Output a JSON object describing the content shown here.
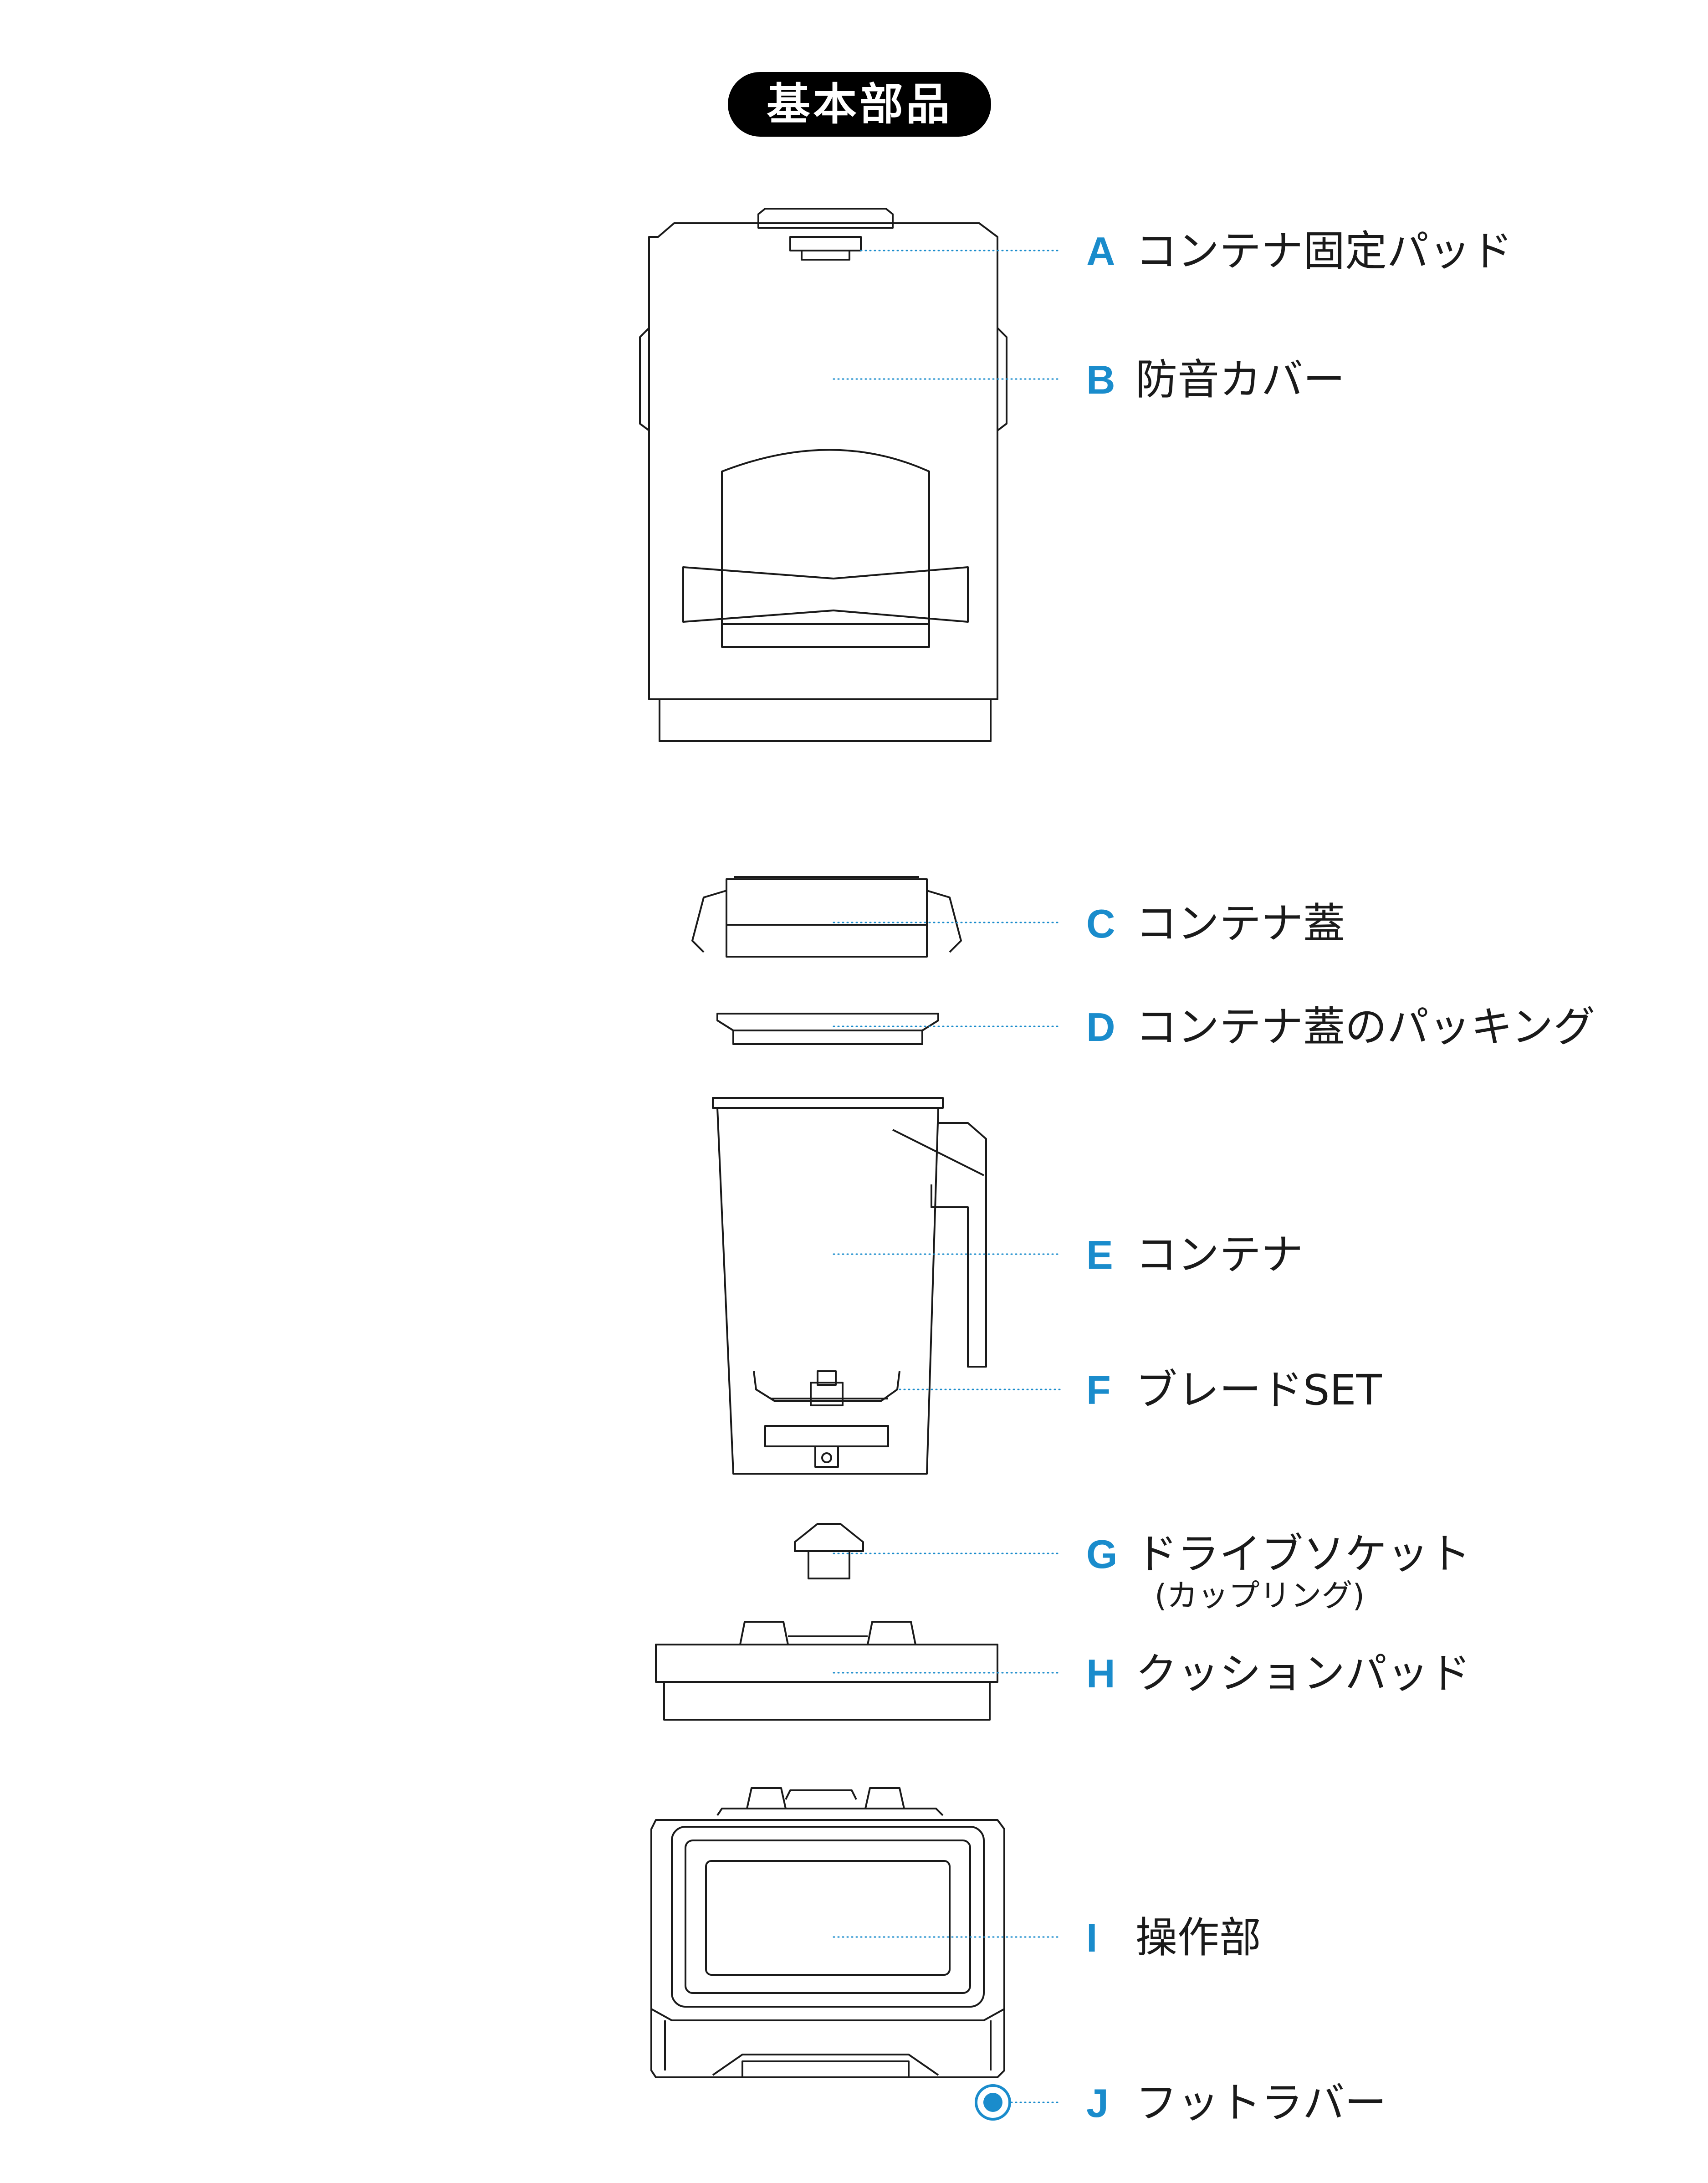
{
  "title": "基本部品",
  "accent_color": "#1a8ccc",
  "parts": [
    {
      "letter": "A",
      "name": "コンテナ固定パッド"
    },
    {
      "letter": "B",
      "name": "防音カバー"
    },
    {
      "letter": "C",
      "name": "コンテナ蓋"
    },
    {
      "letter": "D",
      "name": "コンテナ蓋のパッキング"
    },
    {
      "letter": "E",
      "name": "コンテナ"
    },
    {
      "letter": "F",
      "name": "ブレードSET"
    },
    {
      "letter": "G",
      "name": "ドライブソケット",
      "sub": "(カップリング)"
    },
    {
      "letter": "H",
      "name": "クッションパッド"
    },
    {
      "letter": "I",
      "name": "操作部"
    },
    {
      "letter": "J",
      "name": "フットラバー"
    }
  ]
}
